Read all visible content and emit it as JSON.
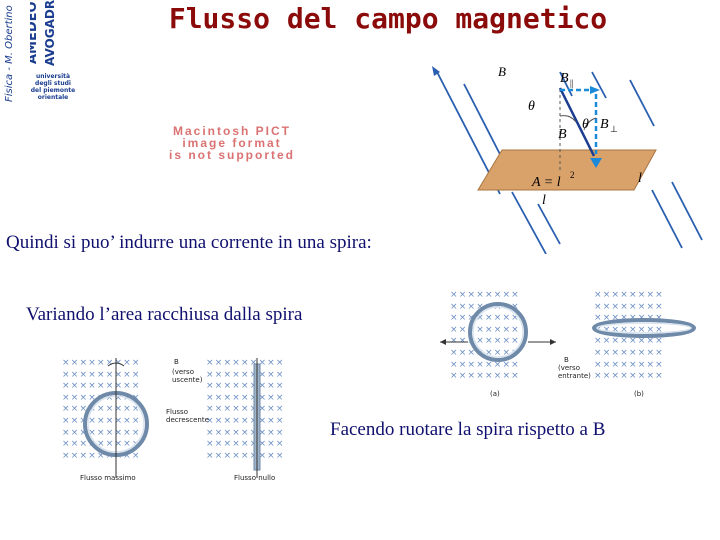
{
  "sidebar": {
    "label": "Fisica - M. Obertino"
  },
  "logo": {
    "word_top": "AMEDEO",
    "word_bottom": "AVOGADRO",
    "lines": [
      "università",
      "degli studi",
      "del piemonte",
      "orientale"
    ]
  },
  "title": "Flusso del campo magnetico",
  "placeholder": {
    "lines": [
      "Macintosh PICT",
      "image format",
      "is not supported"
    ]
  },
  "sentences": {
    "intro": "Quindi si puo’ indurre una corrente in una spira:",
    "area": "Variando l’area racchiusa dalla spira",
    "rotate": "Facendo ruotare la spira rispetto a B"
  },
  "plane_diagram": {
    "b_vec": "B",
    "b_par": "B",
    "b_par_sub": "||",
    "b_perp": "B",
    "b_perp_sub": "⊥",
    "theta_top": "θ",
    "theta_mid": "θ",
    "b_inner": "B",
    "area_formula": "A = l",
    "area_exp": "2",
    "side_l_bottom": "l",
    "side_l_right": "l"
  },
  "rotation_figure": {
    "b_label": "B",
    "verso_uscente": "(verso\nuscente)",
    "flusso_massimo": "Flusso massimo",
    "flusso_decrescente": "Flusso\ndecrescente",
    "flusso_nullo": "Flusso nullo"
  },
  "area_figure": {
    "b_label": "B",
    "verso_entrante": "(verso\nentrante)",
    "panel_a": "(a)",
    "panel_b": "(b)"
  },
  "colors": {
    "title": "#8b0a0a",
    "text": "#10106e",
    "field_lines": "#2a5fb0",
    "plane": "#d9a26b",
    "grid": "#6a8ec4"
  }
}
